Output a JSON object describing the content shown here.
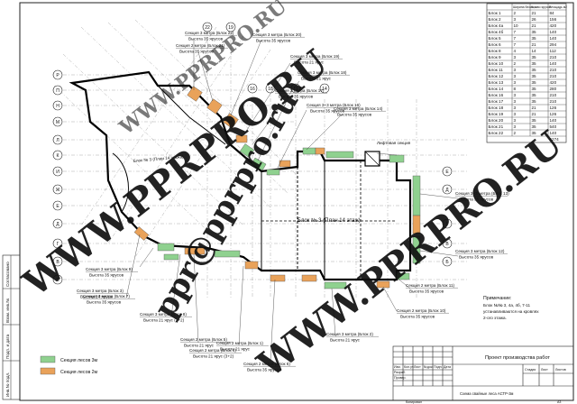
{
  "drawing": {
    "building_title": "Блок № 3 (План 14 этаж)",
    "wing_title": "Блок № 3 (План 14 этажа)",
    "lift_label": "Лифтовая секция",
    "note_title": "Примечание:",
    "note_lines": [
      "Блок №№ 3, 4а, 4б, 7-11",
      "устанавливаются на кровлях",
      "2-ого этажа."
    ],
    "legend": [
      {
        "label": "Секция лесов 3м",
        "color": "#8fd18f"
      },
      {
        "label": "Секция лесов 2м",
        "color": "#e9a25a"
      }
    ],
    "callouts": [
      {
        "title": "Секция 3 метра (Блок 22)",
        "sub": "Высота 35 ярусов"
      },
      {
        "title": "Секция 2 метра (Блок 21)",
        "sub": "Высота 35 ярусов"
      },
      {
        "title": "Секция 3 метра (Блок 20)",
        "sub": "Высота 35 ярусов"
      },
      {
        "title": "Секция 3 метра (Блок 19)",
        "sub": "Высота 21 ярус"
      },
      {
        "title": "Секция 3 метра (Блок 18)",
        "sub": "Высота 21 ярус"
      },
      {
        "title": "Секция 2 метра (Блок 17)",
        "sub": "Высота 35 ярусов"
      },
      {
        "title": "Секция 3+3 метра (Блок 16)",
        "sub": "Высота 35 ярусов"
      },
      {
        "title": "Секция 3 метра (Блок 14)",
        "sub": "Высота 35 ярусов"
      },
      {
        "title": "Секция 3+3 метра (Блок 13)",
        "sub": "Высота 35 ярусов"
      },
      {
        "title": "Секция 3 метра (Блок 12)",
        "sub": "Высота 35 ярусов"
      },
      {
        "title": "Секция 2 метра (Блок 11)",
        "sub": "Высота 35 ярусов"
      },
      {
        "title": "Секция 2 метра (Блок 10)",
        "sub": "Высота 35 ярусов"
      },
      {
        "title": "Секция 3 метра (Блок 9)",
        "sub": "Высота 35 ярусов"
      },
      {
        "title": "Секция 3 метра (Блок 7)",
        "sub": "Высота 35 ярусов"
      },
      {
        "title": "Секция 3 метра (Блок 8)",
        "sub": "Высота 21 ярус (3+2)"
      },
      {
        "title": "Секция 2 метра (Блок 6)",
        "sub": "Высота 35 ярусов"
      },
      {
        "title": "Секция 2 метра (Блок 5)",
        "sub": "Высота 21 ярус"
      },
      {
        "title": "Секция 2 метра (Блок 4)",
        "sub": "Высота 21 ярус (3+2)"
      },
      {
        "title": "Секция 3 метра (Блок 3)",
        "sub": "Высота 24 яруса"
      },
      {
        "title": "Секция 2 метра (Блок 1)",
        "sub": "Высота 21 ярус"
      },
      {
        "title": "Секция 3 метра (Блок 2)",
        "sub": "Высота 21 ярус"
      }
    ],
    "axes_left": [
      "Р",
      "П",
      "Н",
      "М",
      "Л",
      "К",
      "И",
      "Ж",
      "Е",
      "Д",
      "Г",
      "В",
      "Б"
    ],
    "axes_top": [
      "22",
      "19",
      "16",
      "18",
      "11",
      "14"
    ],
    "axes_right": [
      "Е",
      "Д",
      "Г",
      "В",
      "Б"
    ]
  },
  "spec_table": {
    "headers": [
      "",
      "Ширина блока, м",
      "Кол-во ярусов",
      "Площадь м2"
    ],
    "rows": [
      [
        "Блок 1",
        "2",
        "21",
        "84"
      ],
      [
        "Блок 2",
        "3",
        "26",
        "156"
      ],
      [
        "Блок 4а",
        "10",
        "21",
        "420"
      ],
      [
        "Блок 4б",
        "7",
        "35",
        "140"
      ],
      [
        "Блок 5",
        "7",
        "35",
        "140"
      ],
      [
        "Блок 6",
        "7",
        "21",
        "294"
      ],
      [
        "Блок 8",
        "4",
        "14",
        "112"
      ],
      [
        "Блок 9",
        "3",
        "35",
        "210"
      ],
      [
        "Блок 10",
        "2",
        "35",
        "140"
      ],
      [
        "Блок 11",
        "3",
        "35",
        "210"
      ],
      [
        "Блок 12",
        "3",
        "35",
        "210"
      ],
      [
        "Блок 13",
        "3",
        "35",
        "420"
      ],
      [
        "Блок 14",
        "8",
        "35",
        "280"
      ],
      [
        "Блок 16",
        "3",
        "35",
        "210"
      ],
      [
        "Блок 17",
        "3",
        "35",
        "210"
      ],
      [
        "Блок 18",
        "3",
        "21",
        "126"
      ],
      [
        "Блок 19",
        "3",
        "21",
        "126"
      ],
      [
        "Блок 20",
        "3",
        "35",
        "140"
      ],
      [
        "Блок 21",
        "3",
        "35",
        "540"
      ],
      [
        "Блок 22",
        "2",
        "35",
        "140"
      ]
    ],
    "total": "5274"
  },
  "title_block": {
    "project": "Проект производства работ",
    "sheet_name": "Схема свайные леса АСТР-3м",
    "format": "А3",
    "cols": [
      "Изм.",
      "Кол.уч",
      "Лист",
      "№док.",
      "Подп.",
      "Дата"
    ],
    "roles": [
      "Разраб.",
      "Провер."
    ],
    "stage": "Стадия",
    "sheet": "Лист",
    "sheets": "Листов",
    "copied": "Копировал",
    "side": [
      "Инв.№ подл.",
      "Подп. и дата",
      "Взам. инв.№",
      "Согласовано"
    ]
  },
  "watermarks": [
    "WWW.PPRPRO.RU",
    "WWW.PPRPRO.RU",
    "WWW.PPRPRO.RU",
    "ppr@pprpro.ru"
  ]
}
